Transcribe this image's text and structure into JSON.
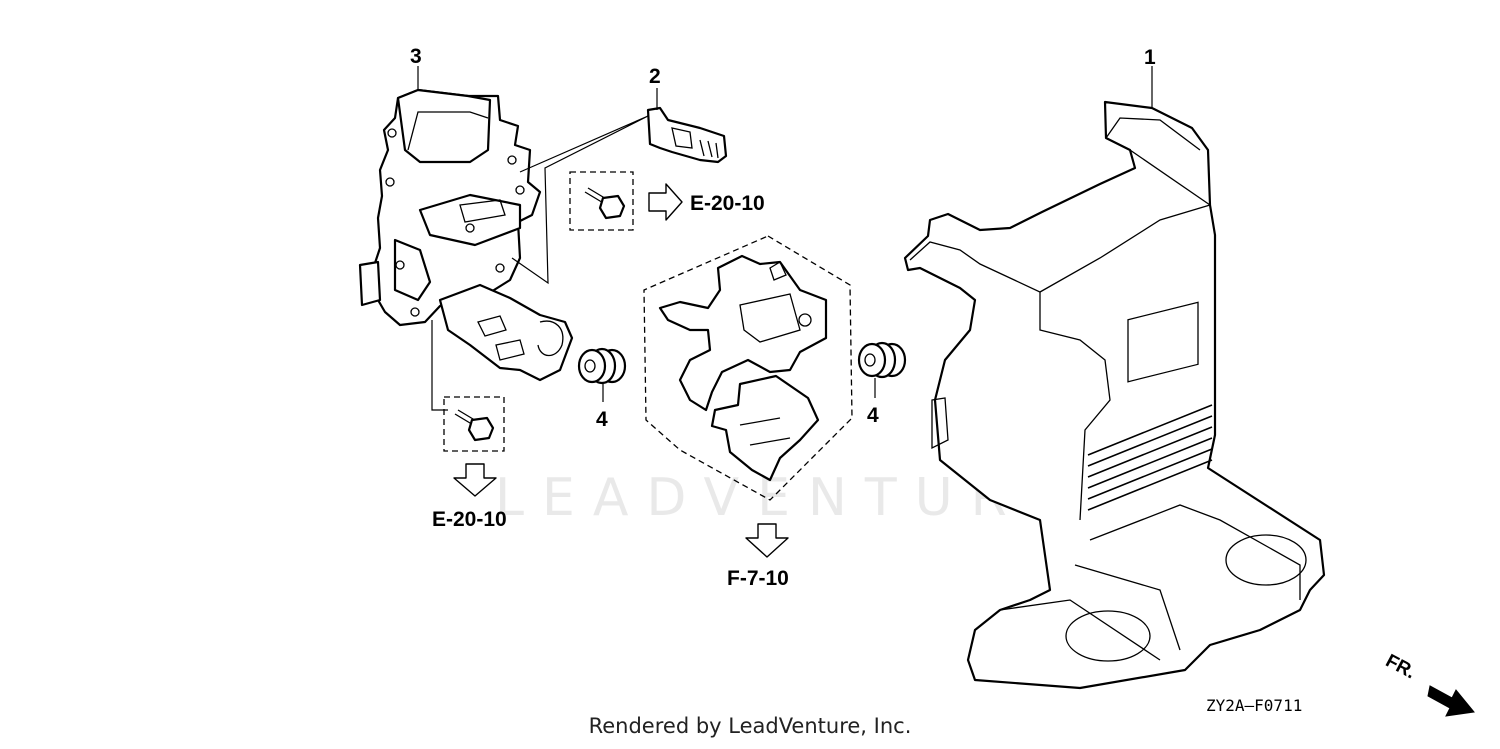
{
  "watermark": "LEADVENTURE",
  "callouts": [
    {
      "id": "part-1",
      "label": "1"
    },
    {
      "id": "part-2",
      "label": "2"
    },
    {
      "id": "part-3",
      "label": "3"
    },
    {
      "id": "part-4a",
      "label": "4"
    },
    {
      "id": "part-4b",
      "label": "4"
    }
  ],
  "references": {
    "e20_right": "E-20-10",
    "e20_bottom": "E-20-10",
    "f7": "F-7-10"
  },
  "orientation_label": "FR.",
  "diagram_code": "ZY2A—F0711",
  "credit": "Rendered by LeadVenture, Inc."
}
